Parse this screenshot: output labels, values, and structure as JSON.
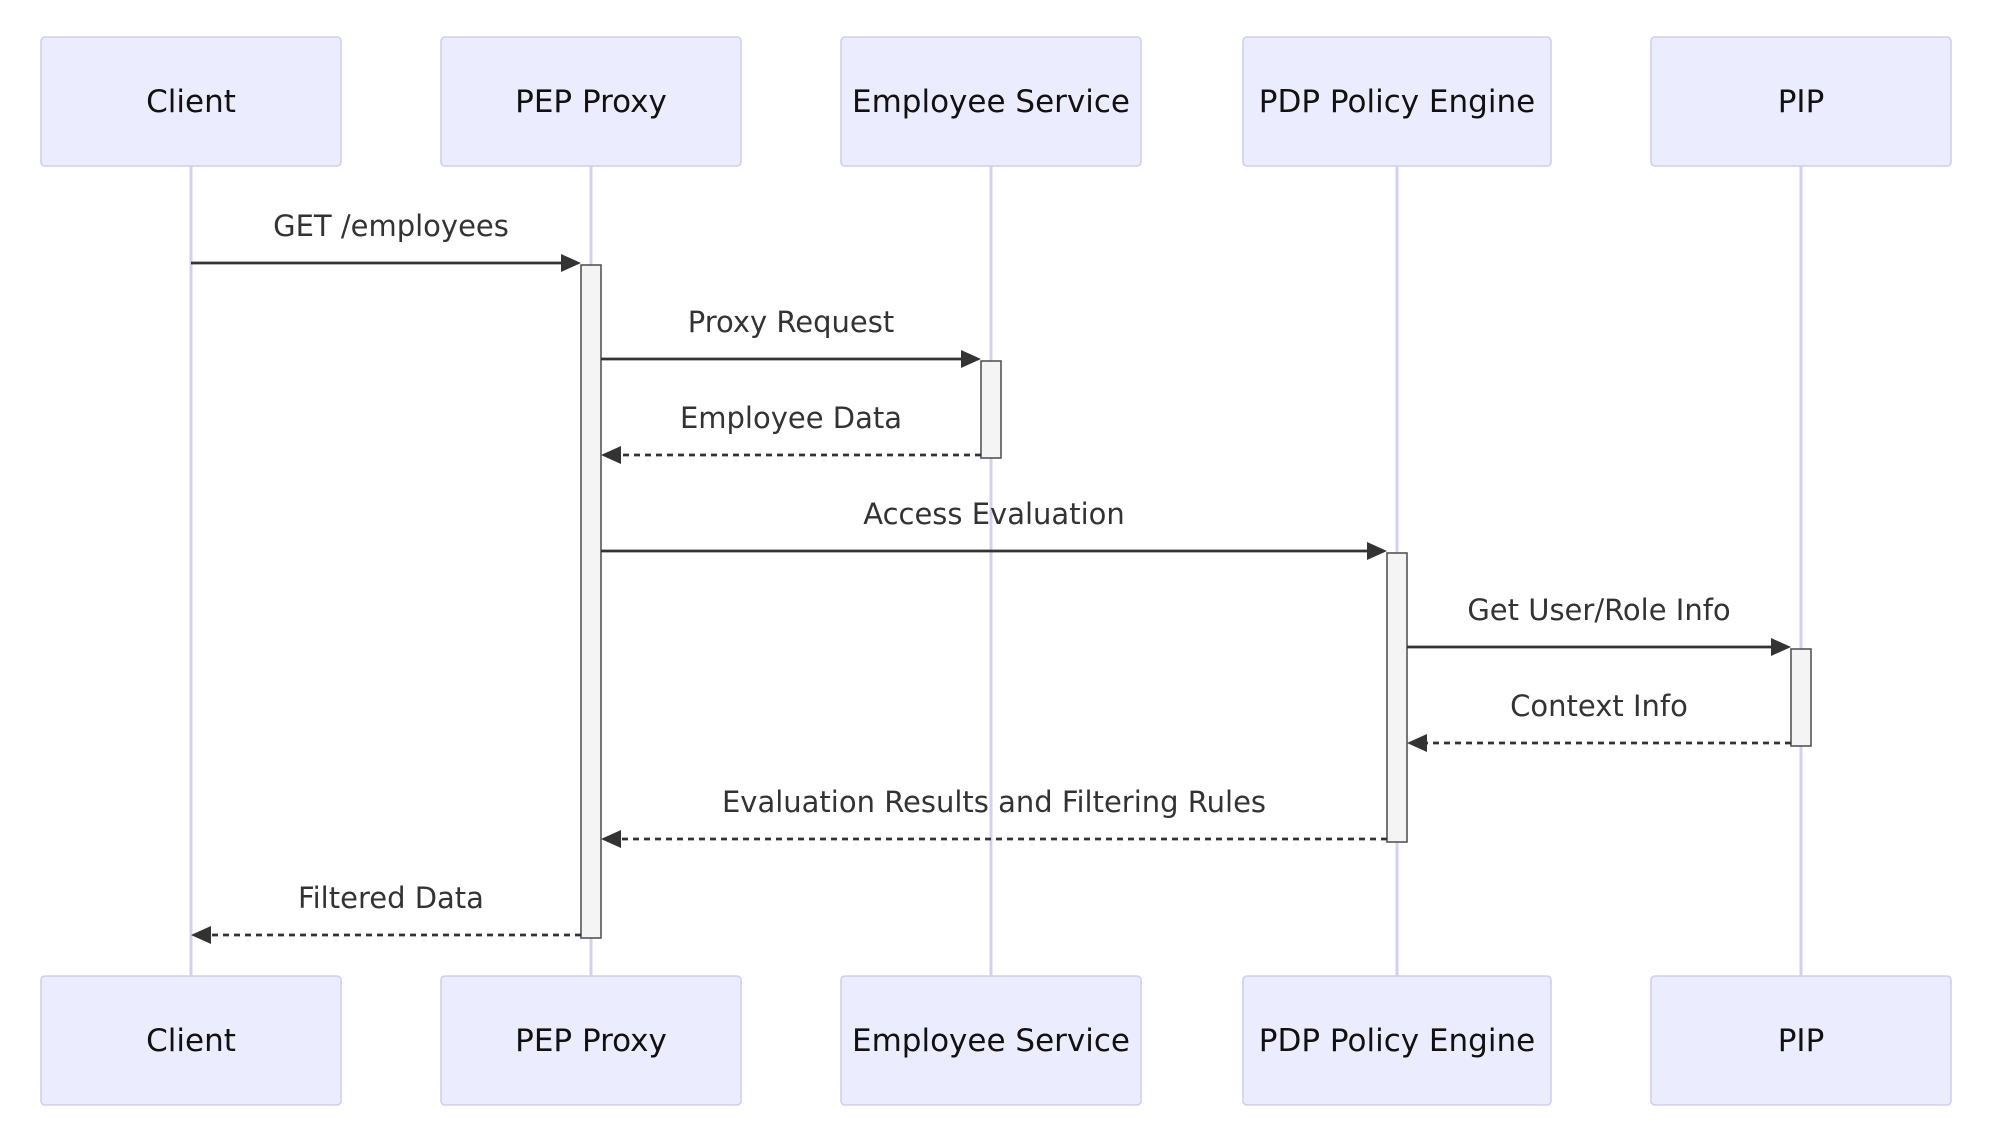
{
  "participants": [
    {
      "id": "client",
      "label": "Client"
    },
    {
      "id": "pep",
      "label": "PEP Proxy"
    },
    {
      "id": "employee",
      "label": "Employee Service"
    },
    {
      "id": "pdp",
      "label": "PDP Policy Engine"
    },
    {
      "id": "pip",
      "label": "PIP"
    }
  ],
  "messages": [
    {
      "from": "client",
      "to": "pep",
      "label": "GET /employees",
      "style": "solid"
    },
    {
      "from": "pep",
      "to": "employee",
      "label": "Proxy Request",
      "style": "solid"
    },
    {
      "from": "employee",
      "to": "pep",
      "label": "Employee Data",
      "style": "dashed"
    },
    {
      "from": "pep",
      "to": "pdp",
      "label": "Access Evaluation",
      "style": "solid"
    },
    {
      "from": "pdp",
      "to": "pip",
      "label": "Get User/Role Info",
      "style": "solid"
    },
    {
      "from": "pip",
      "to": "pdp",
      "label": "Context Info",
      "style": "dashed"
    },
    {
      "from": "pdp",
      "to": "pep",
      "label": "Evaluation Results and Filtering Rules",
      "style": "dashed"
    },
    {
      "from": "pep",
      "to": "client",
      "label": "Filtered Data",
      "style": "dashed"
    }
  ],
  "colors": {
    "actor_fill": "#ececff",
    "actor_border": "#cfcfee",
    "lifeline": "#d3d0f0",
    "activation_fill": "#f4f4f4",
    "message": "#333333"
  }
}
